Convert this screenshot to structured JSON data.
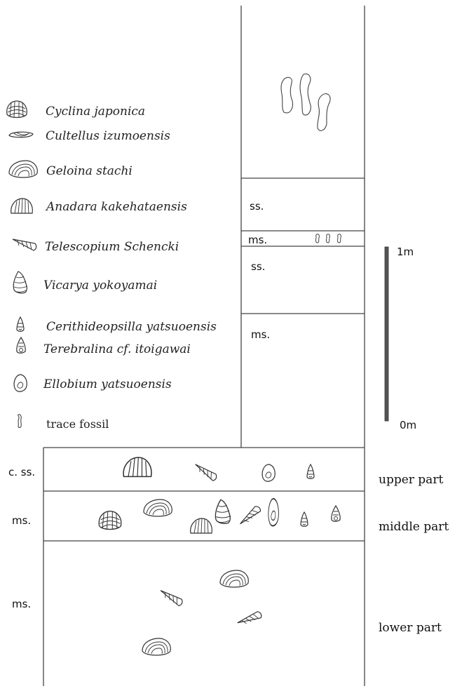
{
  "legend": {
    "items": [
      {
        "name": "Cyclina japonica",
        "icon": "cyclina-icon",
        "italic": true
      },
      {
        "name": "Cultellus izumoensis",
        "icon": "cultellus-icon",
        "italic": true
      },
      {
        "name": "Geloina stachi",
        "icon": "geloina-icon",
        "italic": true
      },
      {
        "name": "Anadara kakehataensis",
        "icon": "anadara-icon",
        "italic": true
      },
      {
        "name": "Telescopium Schencki",
        "icon": "telescopium-icon",
        "italic": true
      },
      {
        "name": "Vicarya yokoyamai",
        "icon": "vicarya-icon",
        "italic": true
      },
      {
        "name": "Cerithideopsilla yatsuoensis",
        "icon": "cerithideopsilla-icon",
        "italic": true
      },
      {
        "name": "Terebralina cf. itoigawai",
        "icon": "terebralina-icon",
        "italic": true
      },
      {
        "name": "Ellobium yatsuoensis",
        "icon": "ellobium-icon",
        "italic": true
      },
      {
        "name": "trace fossil",
        "icon": "trace-fossil-icon",
        "italic": false
      }
    ]
  },
  "column": {
    "upper_layers": [
      "ss.",
      "ms.",
      "ss.",
      "ms."
    ],
    "lower_layers": [
      "c. ss.",
      "ms.",
      "ms."
    ],
    "parts": [
      "upper part",
      "middle part",
      "lower part"
    ]
  },
  "scale": {
    "top_label": "1m",
    "bottom_label": "0m"
  }
}
